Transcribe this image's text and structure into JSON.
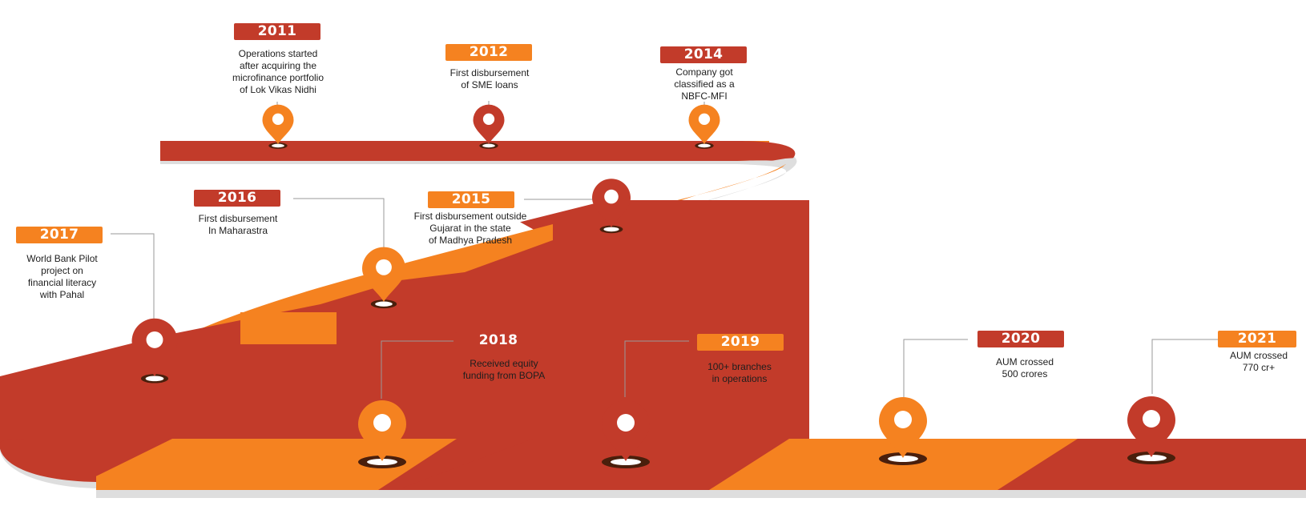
{
  "colors": {
    "orange": "#f58220",
    "red": "#c23b2a",
    "shadow": "#dedede",
    "ring": "#4a1f0c"
  },
  "milestones": [
    {
      "year": "2011",
      "text": "Operations started\nafter acquiring the\nmicrofinance portfolio\nof Lok Vikas Nidhi",
      "badge_color": "red",
      "pin_color": "orange"
    },
    {
      "year": "2012",
      "text": "First disbursement\nof SME loans",
      "badge_color": "orange",
      "pin_color": "red"
    },
    {
      "year": "2014",
      "text": "Company got\nclassified as a\nNBFC-MFI",
      "badge_color": "red",
      "pin_color": "orange"
    },
    {
      "year": "2015",
      "text": "First disbursement outside\nGujarat in the state\nof Madhya Pradesh",
      "badge_color": "orange",
      "pin_color": "red"
    },
    {
      "year": "2016",
      "text": "First disbursement\nIn Maharastra",
      "badge_color": "red",
      "pin_color": "orange"
    },
    {
      "year": "2017",
      "text": "World Bank Pilot\nproject on\nfinancial literacy\nwith Pahal",
      "badge_color": "orange",
      "pin_color": "red"
    },
    {
      "year": "2018",
      "text": "Received equity\nfunding from BOPA",
      "badge_color": "red",
      "pin_color": "orange"
    },
    {
      "year": "2019",
      "text": "100+ branches\nin operations",
      "badge_color": "orange",
      "pin_color": "red"
    },
    {
      "year": "2020",
      "text": "AUM crossed\n500 crores",
      "badge_color": "red",
      "pin_color": "orange"
    },
    {
      "year": "2021",
      "text": "AUM crossed\n770 cr+",
      "badge_color": "orange",
      "pin_color": "red"
    }
  ]
}
